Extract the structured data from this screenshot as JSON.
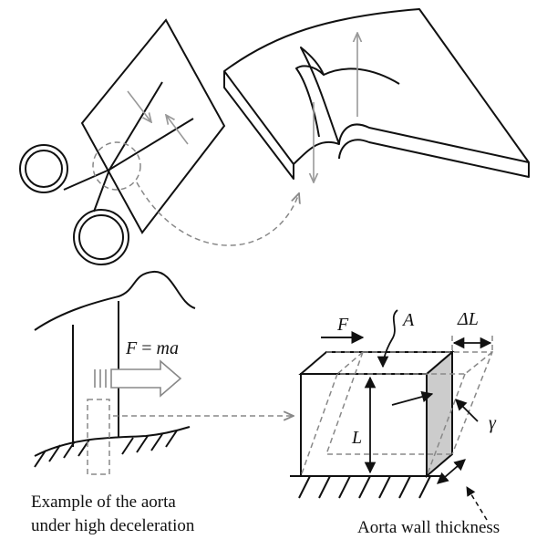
{
  "labels": {
    "force_eq_prefix": "F",
    "force_eq_middle": " = ",
    "force_eq_suffix": "ma",
    "force": "F",
    "area": "A",
    "delta_l": "ΔL",
    "length": "L",
    "shear_angle": "γ"
  },
  "captions": {
    "aorta_line1": "Example of the aorta",
    "aorta_line2": "under high deceleration",
    "wall": "Aorta wall thickness"
  },
  "colors": {
    "ink": "#111111",
    "dashed": "#888888",
    "arrow_gray": "#999999",
    "shaded_face": "#cccccc"
  }
}
